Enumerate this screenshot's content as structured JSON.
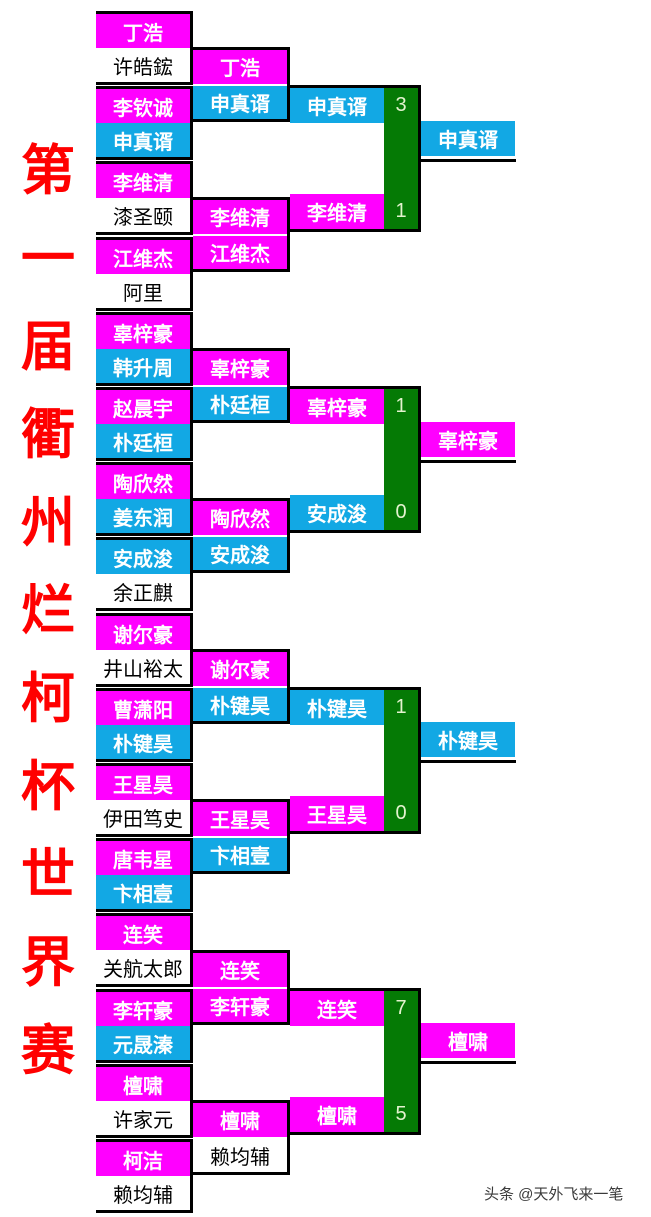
{
  "title": {
    "text": "第一届衢州烂柯杯世界赛",
    "chars": [
      "第",
      "一",
      "届",
      "衢",
      "州",
      "烂",
      "柯",
      "杯",
      "世",
      "界",
      "赛"
    ],
    "color": "#ff0000"
  },
  "colors": {
    "magenta": "#ff00ff",
    "cyan": "#12a8e4",
    "score_bg": "#057a05",
    "border": "#000000"
  },
  "bracket": {
    "round1": [
      {
        "name": "丁浩",
        "color": "magenta"
      },
      {
        "name": "许皓鋐",
        "color": "white"
      },
      {
        "name": "李钦诚",
        "color": "magenta"
      },
      {
        "name": "申真谞",
        "color": "cyan"
      },
      {
        "name": "李维清",
        "color": "magenta"
      },
      {
        "name": "漆圣颐",
        "color": "white"
      },
      {
        "name": "江维杰",
        "color": "magenta"
      },
      {
        "name": "阿里",
        "color": "white"
      },
      {
        "name": "辜梓豪",
        "color": "magenta"
      },
      {
        "name": "韩升周",
        "color": "cyan"
      },
      {
        "name": "赵晨宇",
        "color": "magenta"
      },
      {
        "name": "朴廷桓",
        "color": "cyan"
      },
      {
        "name": "陶欣然",
        "color": "magenta"
      },
      {
        "name": "姜东润",
        "color": "cyan"
      },
      {
        "name": "安成浚",
        "color": "cyan"
      },
      {
        "name": "余正麒",
        "color": "white"
      },
      {
        "name": "谢尔豪",
        "color": "magenta"
      },
      {
        "name": "井山裕太",
        "color": "white"
      },
      {
        "name": "曹潇阳",
        "color": "magenta"
      },
      {
        "name": "朴键昊",
        "color": "cyan"
      },
      {
        "name": "王星昊",
        "color": "magenta"
      },
      {
        "name": "伊田笃史",
        "color": "white"
      },
      {
        "name": "唐韦星",
        "color": "magenta"
      },
      {
        "name": "卞相壹",
        "color": "cyan"
      },
      {
        "name": "连笑",
        "color": "magenta"
      },
      {
        "name": "关航太郎",
        "color": "white"
      },
      {
        "name": "李轩豪",
        "color": "magenta"
      },
      {
        "name": "元晟溱",
        "color": "cyan"
      },
      {
        "name": "檀啸",
        "color": "magenta"
      },
      {
        "name": "许家元",
        "color": "white"
      },
      {
        "name": "柯洁",
        "color": "magenta"
      },
      {
        "name": "赖均辅",
        "color": "white"
      }
    ],
    "round2": [
      {
        "name": "丁浩",
        "color": "magenta"
      },
      {
        "name": "申真谞",
        "color": "cyan"
      },
      {
        "name": "李维清",
        "color": "magenta"
      },
      {
        "name": "江维杰",
        "color": "magenta"
      },
      {
        "name": "辜梓豪",
        "color": "magenta"
      },
      {
        "name": "朴廷桓",
        "color": "cyan"
      },
      {
        "name": "陶欣然",
        "color": "magenta"
      },
      {
        "name": "安成浚",
        "color": "cyan"
      },
      {
        "name": "谢尔豪",
        "color": "magenta"
      },
      {
        "name": "朴键昊",
        "color": "cyan"
      },
      {
        "name": "王星昊",
        "color": "magenta"
      },
      {
        "name": "卞相壹",
        "color": "cyan"
      },
      {
        "name": "连笑",
        "color": "magenta"
      },
      {
        "name": "李轩豪",
        "color": "magenta"
      },
      {
        "name": "檀啸",
        "color": "magenta"
      },
      {
        "name": "赖均辅",
        "color": "white"
      }
    ],
    "round3": [
      {
        "name": "申真谞",
        "color": "cyan",
        "score": "3"
      },
      {
        "name": "李维清",
        "color": "magenta",
        "score": "1"
      },
      {
        "name": "辜梓豪",
        "color": "magenta",
        "score": "1"
      },
      {
        "name": "安成浚",
        "color": "cyan",
        "score": "0"
      },
      {
        "name": "朴键昊",
        "color": "cyan",
        "score": "1"
      },
      {
        "name": "王星昊",
        "color": "magenta",
        "score": "0"
      },
      {
        "name": "连笑",
        "color": "magenta",
        "score": "7"
      },
      {
        "name": "檀啸",
        "color": "magenta",
        "score": "5"
      }
    ],
    "winners": [
      {
        "name": "申真谞",
        "color": "cyan"
      },
      {
        "name": "辜梓豪",
        "color": "magenta"
      },
      {
        "name": "朴键昊",
        "color": "cyan"
      },
      {
        "name": "檀啸",
        "color": "magenta"
      }
    ]
  },
  "watermark": "头条 @天外飞来一笔"
}
